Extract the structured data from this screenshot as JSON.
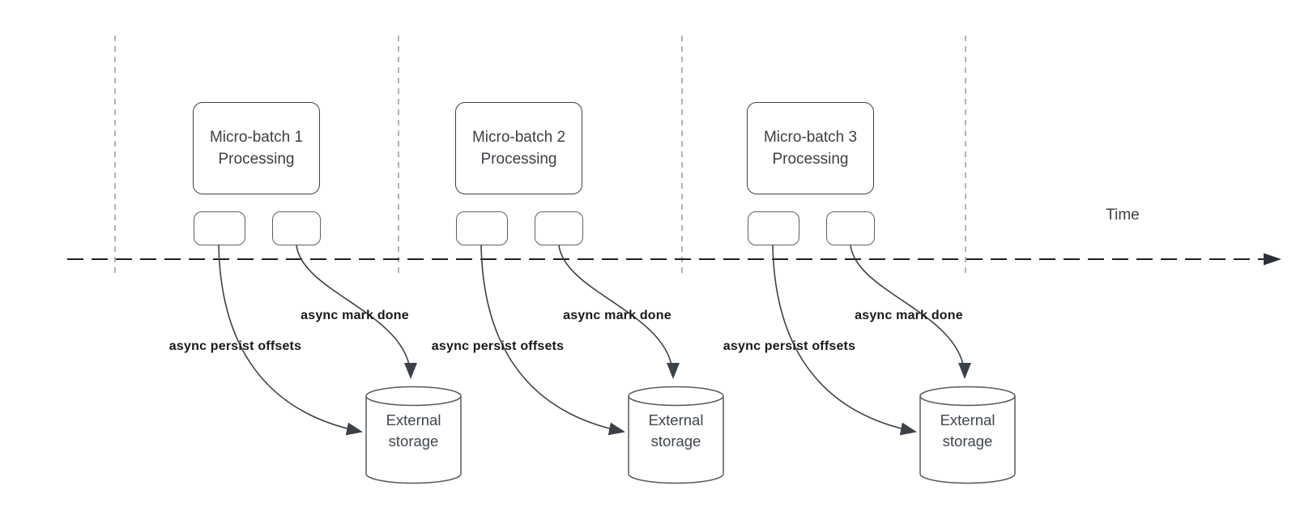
{
  "diagram": {
    "time_axis_label": "Time",
    "batches": [
      {
        "title_line1": "Micro-batch 1",
        "title_line2": "Processing"
      },
      {
        "title_line1": "Micro-batch 2",
        "title_line2": "Processing"
      },
      {
        "title_line1": "Micro-batch 3",
        "title_line2": "Processing"
      }
    ],
    "arrow_labels": {
      "persist": "async persist offsets",
      "mark_done": "async mark done"
    },
    "storage": {
      "line1": "External",
      "line2": "storage"
    },
    "colors": {
      "background": "#ffffff",
      "box_border": "#3d4045",
      "small_box_border": "#5c6066",
      "cylinder_border": "#565b61",
      "curve_and_arrow": "#3b4149",
      "time_axis": "#1f1f1f",
      "guide_line": "#9da1a6",
      "label_text": "#17191c",
      "box_text": "#3d4045"
    }
  }
}
